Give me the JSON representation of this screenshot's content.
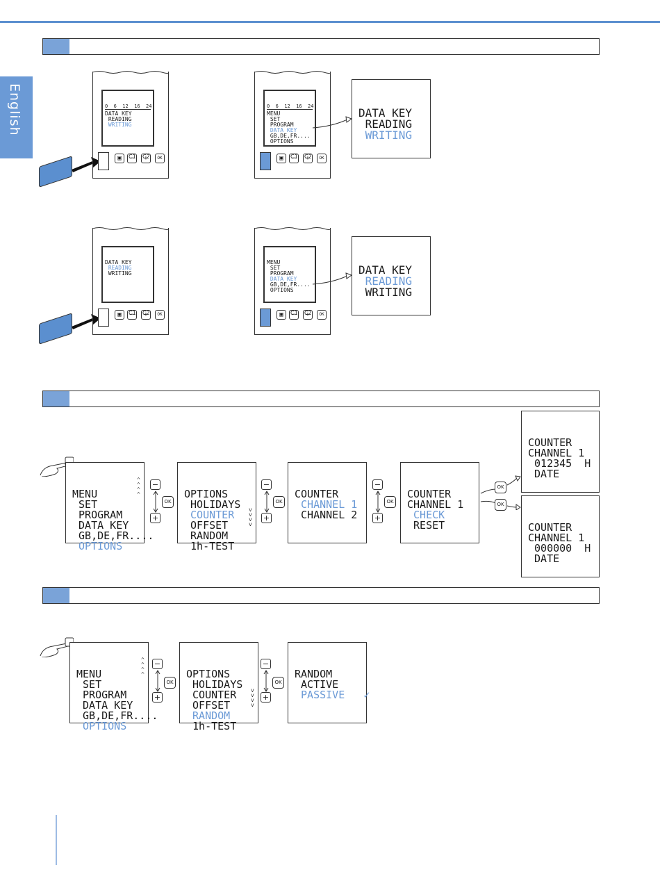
{
  "side_tab": {
    "label": "English"
  },
  "sections": [
    {
      "id": "sec-1"
    },
    {
      "id": "sec-2"
    },
    {
      "id": "sec-3"
    }
  ],
  "datakey": {
    "title": "DATA KEY",
    "reading": "READING",
    "writing": "WRITING",
    "scale": "0  6  12  16  24",
    "menu": [
      "MENU",
      " SET",
      " PROGRAM",
      " DATA KEY",
      " GB,DE,FR....",
      " OPTIONS"
    ],
    "btn_c1": "C1",
    "btn_c2": "C2",
    "btn_ok": "OK",
    "btn_minus": "−",
    "btn_plus": "+"
  },
  "counter_flow": {
    "menu": [
      "MENU",
      " SET",
      " PROGRAM",
      " DATA KEY",
      " GB,DE,FR....",
      " OPTIONS"
    ],
    "options": [
      "OPTIONS",
      " HOLIDAYS",
      " COUNTER",
      " OFFSET",
      " RANDOM",
      " 1h-TEST"
    ],
    "counter": [
      "COUNTER",
      " CHANNEL 1",
      " CHANNEL 2"
    ],
    "channel": [
      "COUNTER",
      "CHANNEL 1",
      " CHECK",
      " RESET"
    ],
    "check_result": [
      "COUNTER",
      "CHANNEL 1",
      "",
      " 012345  H",
      "",
      " DATE"
    ],
    "reset_result": [
      "COUNTER",
      "CHANNEL 1",
      "",
      " 000000  H",
      "",
      " DATE"
    ]
  },
  "random_flow": {
    "menu": [
      "MENU",
      " SET",
      " PROGRAM",
      " DATA KEY",
      " GB,DE,FR....",
      " OPTIONS"
    ],
    "options": [
      "OPTIONS",
      " HOLIDAYS",
      " COUNTER",
      " OFFSET",
      " RANDOM",
      " 1h-TEST"
    ],
    "random": [
      "RANDOM",
      " ACTIVE",
      " PASSIVE   ✓"
    ]
  },
  "buttons": {
    "ok": "OK",
    "minus": "−",
    "plus": "+"
  },
  "colors": {
    "accent": "#6b9ad6",
    "bar": "#7aa3d8",
    "rule": "#5b8fcf"
  }
}
